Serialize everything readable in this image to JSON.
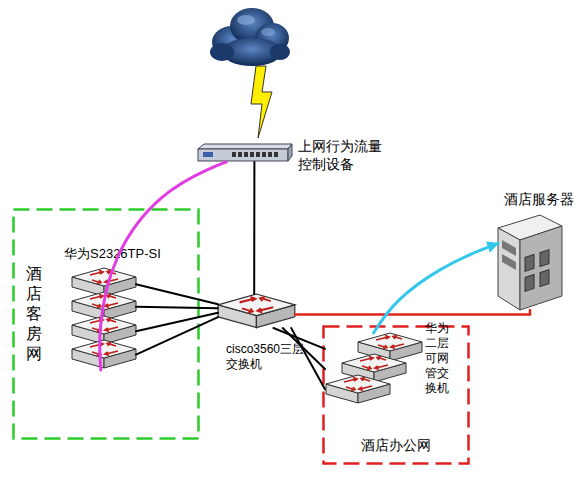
{
  "diagram": {
    "nodes": [
      {
        "text": [
          "上网行为流量控制设备"
        ]
      },
      {
        "text": [
          "酒店客房网"
        ]
      },
      {
        "text": [
          "华为S2326TP-SI"
        ],
        "in": 1
      },
      {
        "text": [
          "cisco3560三层交换机"
        ]
      },
      {
        "text": [
          "酒店办公网"
        ]
      },
      {
        "text": [
          "华为二层可网管交换机"
        ],
        "in": 4
      },
      {
        "text": [
          "酒店服务器"
        ]
      }
    ],
    "edges": [
      {
        "from": 0,
        "to": 3,
        "arrow": "none"
      },
      {
        "from": 2,
        "to": 3,
        "arrow": "none"
      },
      {
        "from": 2,
        "to": 3,
        "arrow": "none"
      },
      {
        "from": 2,
        "to": 3,
        "arrow": "none"
      },
      {
        "from": 2,
        "to": 3,
        "arrow": "none"
      },
      {
        "from": 3,
        "to": 5,
        "arrow": "none"
      },
      {
        "from": 3,
        "to": 5,
        "arrow": "none"
      },
      {
        "from": 3,
        "to": 5,
        "arrow": "none"
      },
      {
        "from": 3,
        "to": 6,
        "arrow": "none"
      },
      {
        "from": 2,
        "to": 0,
        "arrow": "none"
      },
      {
        "from": 5,
        "to": 6,
        "arrow": "to"
      }
    ]
  }
}
